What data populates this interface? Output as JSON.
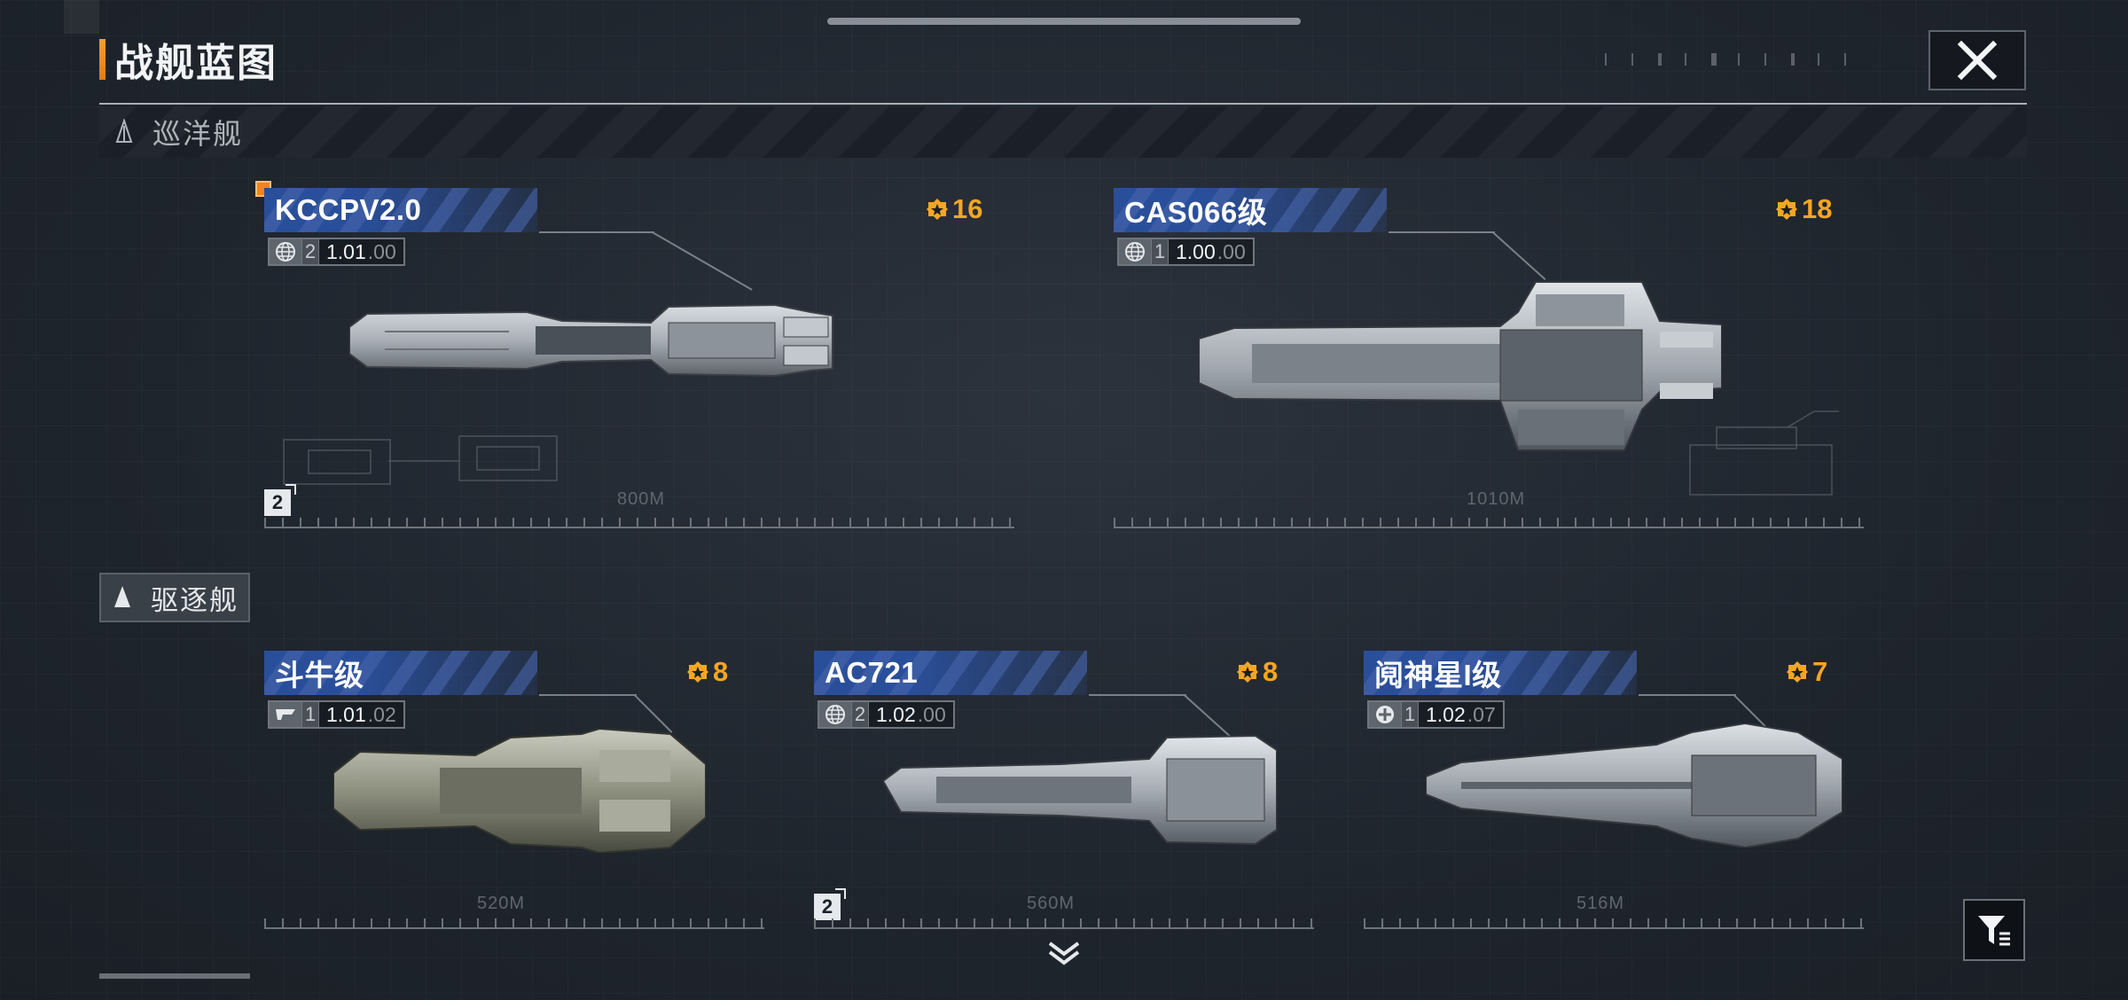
{
  "header": {
    "title": "战舰蓝图",
    "close_icon": "close-x-icon"
  },
  "categories": [
    {
      "label": "巡洋舰",
      "icon": "cruiser-silhouette-icon"
    },
    {
      "label": "驱逐舰",
      "icon": "destroyer-silhouette-icon"
    }
  ],
  "cruisers": [
    {
      "name": "KCCPV2.0",
      "cost": "16",
      "count": "2",
      "version_main": "1.01",
      "version_minor": ".00",
      "length": "800M",
      "tier": "2",
      "faction_icon": "globe-icon",
      "is_new": true
    },
    {
      "name": "CAS066级",
      "cost": "18",
      "count": "1",
      "version_main": "1.00",
      "version_minor": ".00",
      "length": "1010M",
      "tier": "",
      "faction_icon": "globe-icon",
      "is_new": false
    }
  ],
  "destroyers": [
    {
      "name": "斗牛级",
      "cost": "8",
      "count": "1",
      "version_main": "1.01",
      "version_minor": ".02",
      "length": "520M",
      "tier": "",
      "faction_icon": "faction-wing-icon"
    },
    {
      "name": "AC721",
      "cost": "8",
      "count": "2",
      "version_main": "1.02",
      "version_minor": ".00",
      "length": "560M",
      "tier": "2",
      "faction_icon": "globe-icon"
    },
    {
      "name": "阋神星I级",
      "cost": "7",
      "count": "1",
      "version_main": "1.02",
      "version_minor": ".07",
      "length": "516M",
      "tier": "",
      "faction_icon": "faction-emblem-icon"
    }
  ],
  "controls": {
    "scroll_icon": "chevron-down-icon",
    "filter_icon": "filter-icon"
  },
  "colors": {
    "accent_orange": "#f5a623",
    "banner_blue": "#2a4f9a",
    "background": "#232930"
  }
}
